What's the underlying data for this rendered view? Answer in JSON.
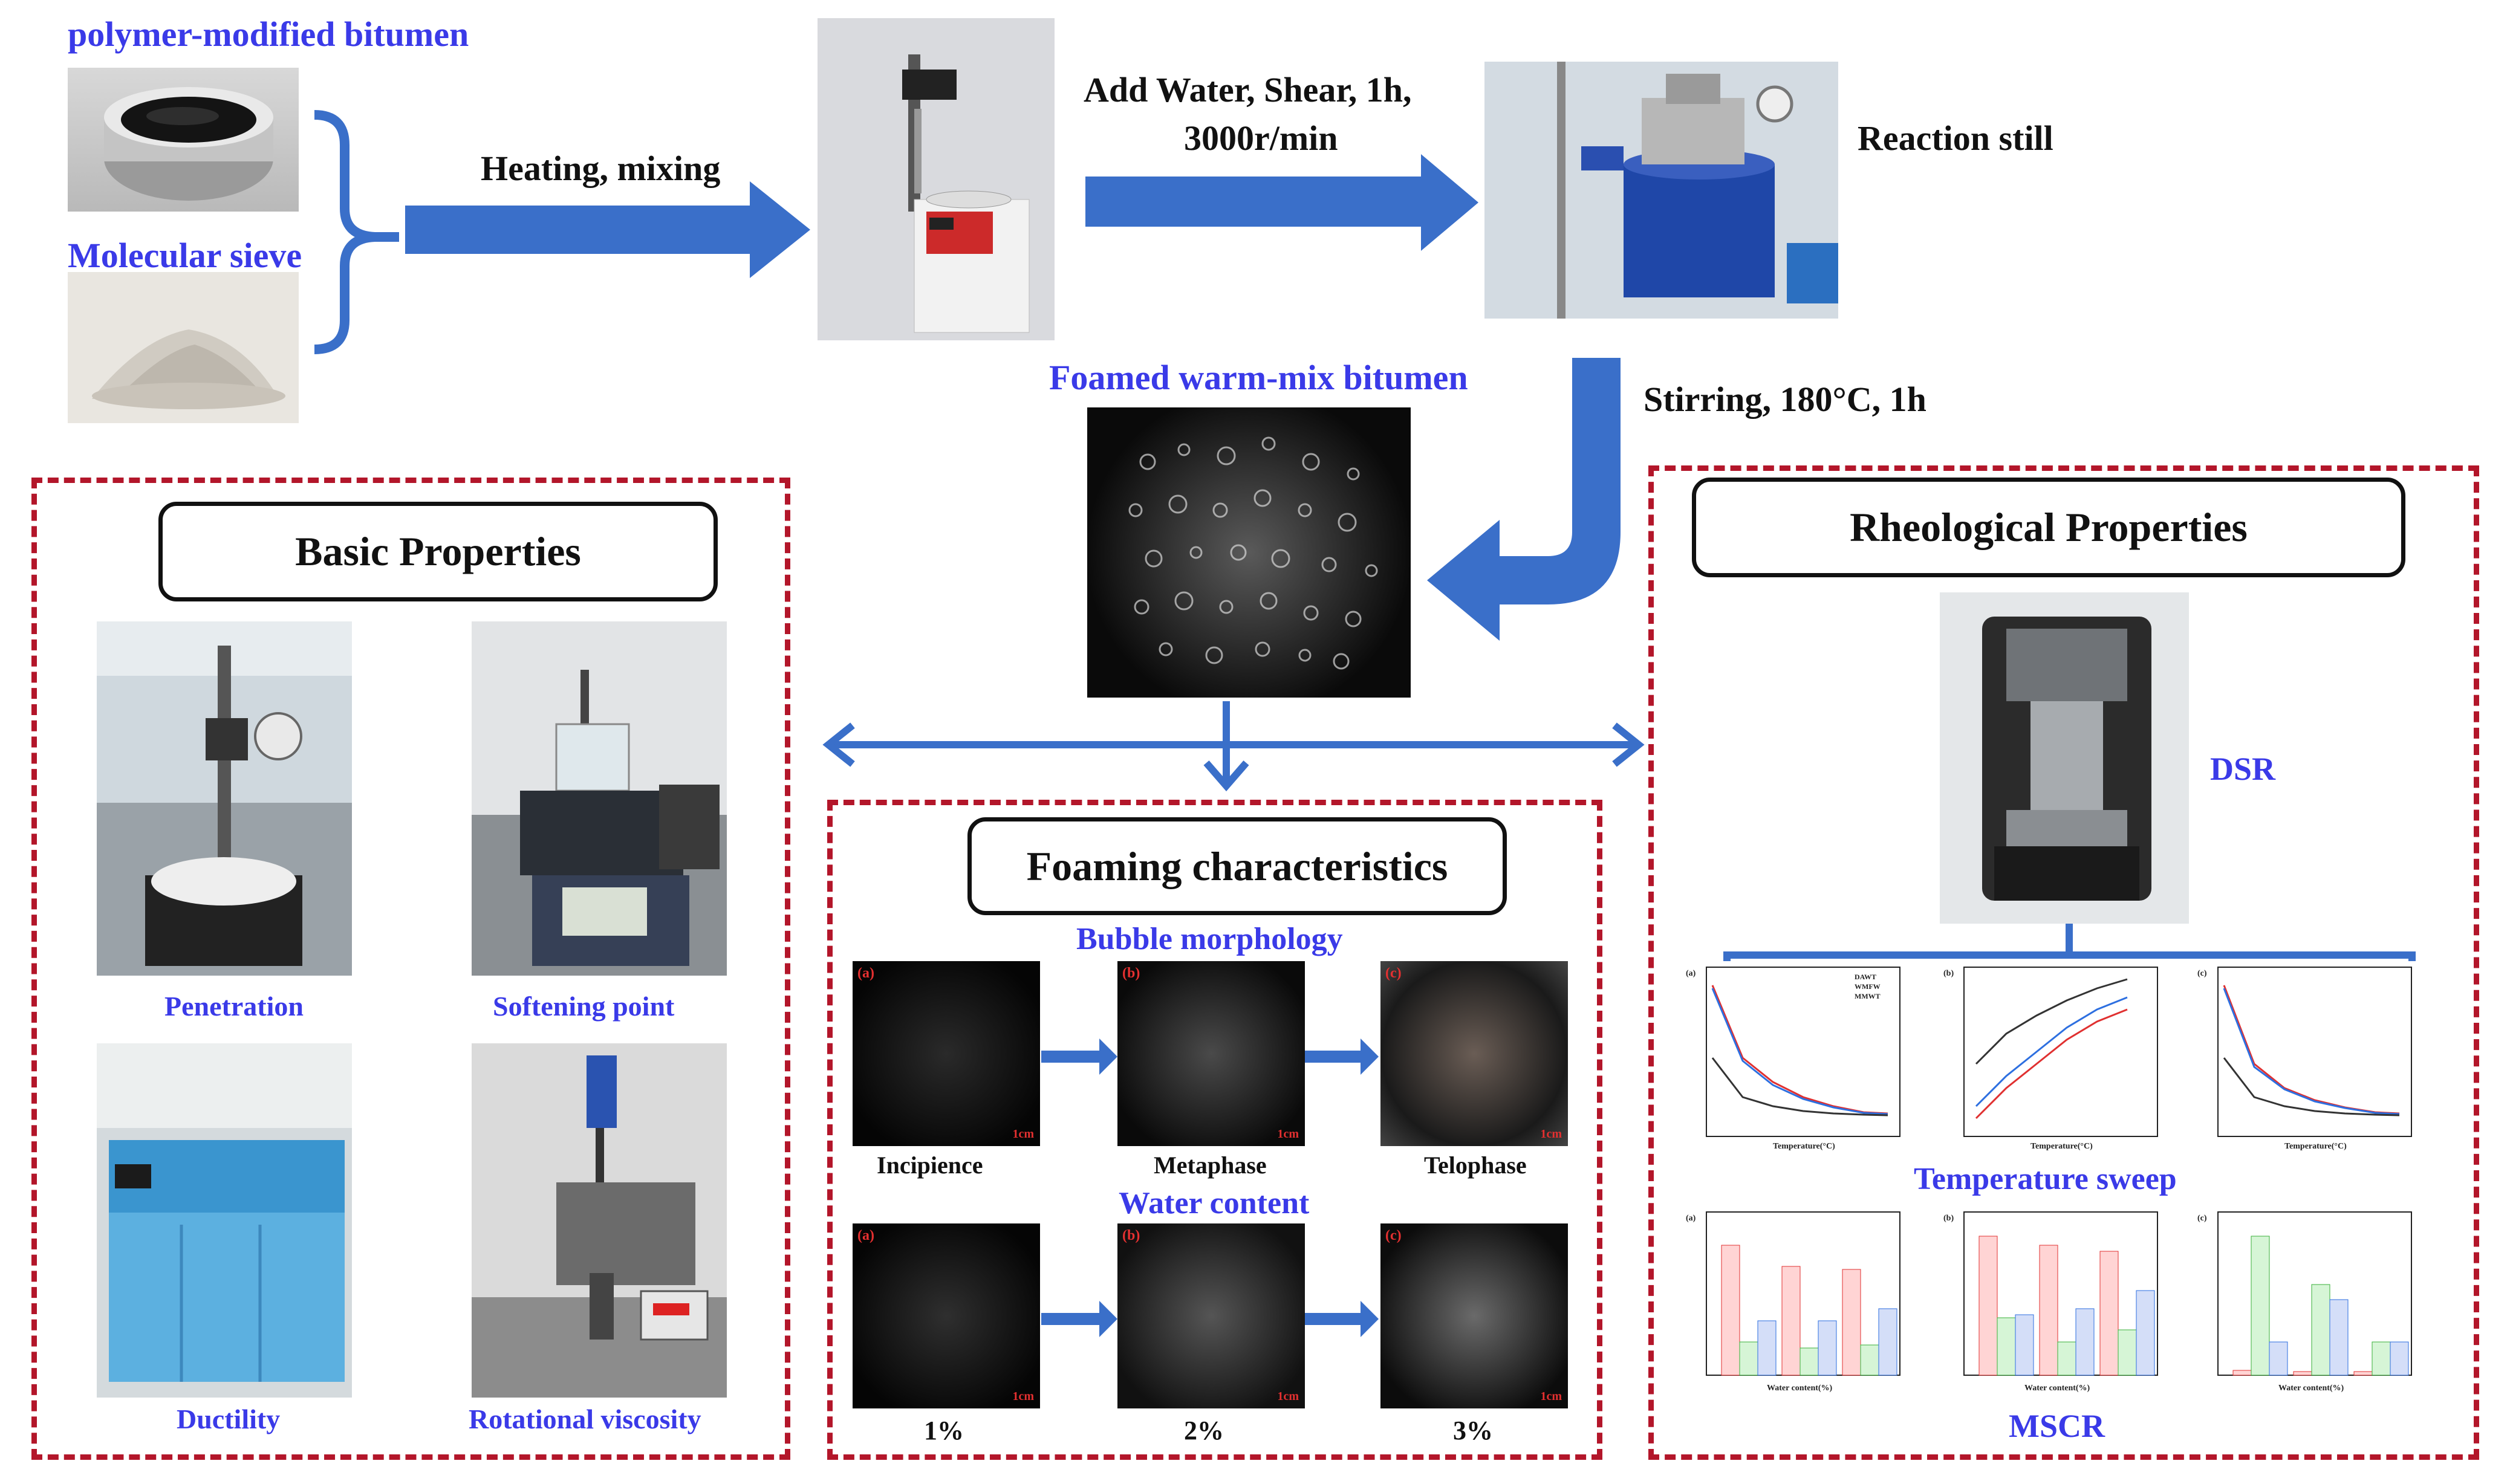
{
  "materials": {
    "pmb_label": "polymer-modified bitumen",
    "sieve_label": "Molecular sieve"
  },
  "steps": {
    "heating_label": "Heating, mixing",
    "shear_label_line1": "Add Water, Shear, 1h,",
    "shear_label_line2": "3000r/min",
    "reaction_label": "Reaction still",
    "foamed_label": "Foamed warm-mix bitumen",
    "stirring_label": "Stirring, 180°C, 1h"
  },
  "basic": {
    "title": "Basic Properties",
    "items": [
      "Penetration",
      "Softening point",
      "Ductility",
      "Rotational viscosity"
    ]
  },
  "foaming": {
    "title": "Foaming characteristics",
    "morphology_label": "Bubble morphology",
    "stages": [
      "Incipience",
      "Metaphase",
      "Telophase"
    ],
    "water_label": "Water content",
    "water_levels": [
      "1%",
      "2%",
      "3%"
    ],
    "panel_letters": [
      "(a)",
      "(b)",
      "(c)"
    ],
    "scale_text": "1cm"
  },
  "rheo": {
    "title": "Rheological Properties",
    "dsr_label": "DSR",
    "temp_sweep_label": "Temperature sweep",
    "mscr_label": "MSCR",
    "legend": [
      "DAWT",
      "WMFW",
      "MMWT"
    ],
    "legend_colors": [
      "#333333",
      "#e03030",
      "#2d6fe0"
    ],
    "sweep_xlabel": "Temperature(°C)",
    "mscr_xlabel": "Water content(%)"
  },
  "colors": {
    "blue_arrow": "#3a6fc9",
    "dashed_red": "#b3162a",
    "label_blue": "#3a3ae8"
  }
}
